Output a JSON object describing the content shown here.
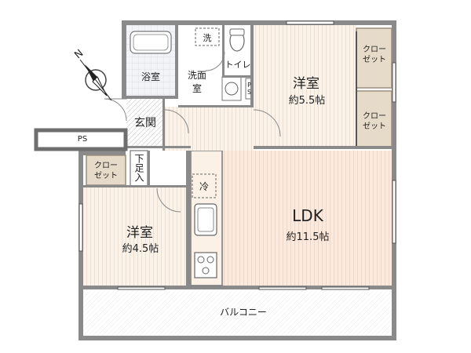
{
  "compass": {
    "north_letter": "N"
  },
  "rooms": {
    "western_room_large": {
      "name": "洋室",
      "size": "約5.5帖"
    },
    "western_room_small": {
      "name": "洋室",
      "size": "約4.5帖"
    },
    "ldk": {
      "name": "LDK",
      "size": "約11.5帖"
    },
    "bathroom": {
      "name": "浴室"
    },
    "washroom": {
      "name": "洗面室"
    },
    "toilet": {
      "name": "トイレ"
    },
    "entrance": {
      "name": "玄関"
    },
    "shoe_closet": {
      "name": "下足入"
    },
    "closet_upper": {
      "name": "クロー\nゼット"
    },
    "closet_middle": {
      "name": "クロー\nゼット"
    },
    "closet_left": {
      "name": "クロー\nゼット"
    },
    "balcony": {
      "name": "バルコニー"
    }
  },
  "fixtures": {
    "pipe_space_outer": "PS",
    "pipe_space_inner": "PS",
    "washer": "洗",
    "fridge": "冷"
  },
  "colors": {
    "wall": "#8c8c8c",
    "wall_dark": "#6e6e6e",
    "wood_floor": "#fbf2e8",
    "ldk_floor": "#fae8dd",
    "closet": "#e7dccb",
    "tile": "#f0f2f6"
  }
}
